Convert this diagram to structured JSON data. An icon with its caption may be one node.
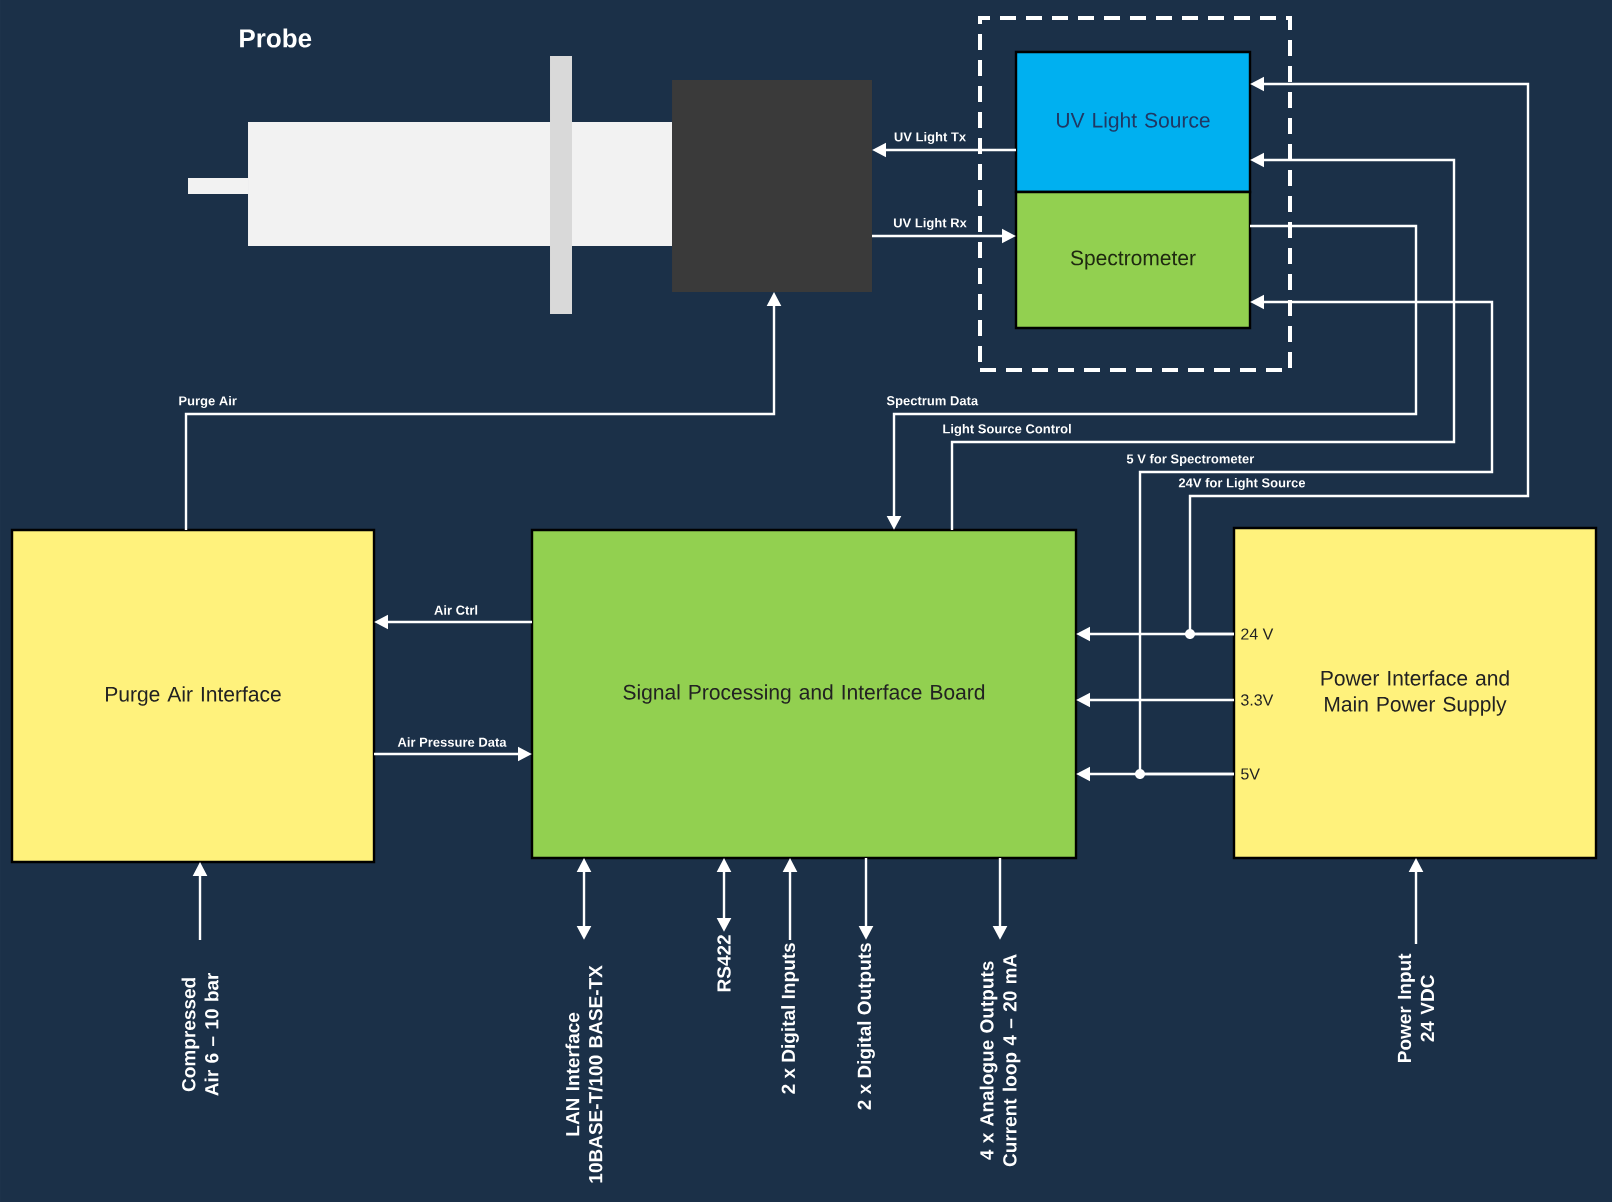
{
  "diagram": {
    "nodes": [
      {
        "text": [],
        "shape": "box"
      },
      {
        "text": [],
        "shape": "box"
      },
      {
        "text": [
          "UV Light Source"
        ],
        "in": 1
      },
      {
        "text": [
          "Spectrometer"
        ],
        "in": 1
      },
      {
        "text": [
          "Purge Air Interface"
        ]
      },
      {
        "text": [
          "Signal Processing and Interface Board"
        ]
      },
      {
        "text": [
          "Power Interface and Main Power Supply"
        ]
      },
      {
        "text": [
          "Compressed Air 6 – 10 bar"
        ]
      },
      {
        "text": [
          "LAN Interface 10BASE-T/100 BASE-TX"
        ]
      },
      {
        "text": [
          "RS422"
        ]
      },
      {
        "text": [
          "2 x Digital Inputs"
        ]
      },
      {
        "text": [
          "2 x Digital Outputs"
        ]
      },
      {
        "text": [
          "4 x Analogue Outputs Current loop 4 – 20 mA"
        ]
      },
      {
        "text": [
          "Power Input 24 VDC"
        ]
      }
    ],
    "edges": [
      {
        "from": 2,
        "to": 0,
        "arrow": "to",
        "label": "UV Light Tx"
      },
      {
        "from": 0,
        "to": 3,
        "arrow": "to",
        "label": "UV Light Rx"
      },
      {
        "from": 4,
        "to": 0,
        "arrow": "to",
        "label": "Purge Air"
      },
      {
        "from": 3,
        "to": 5,
        "arrow": "to",
        "label": "Spectrum Data"
      },
      {
        "from": 5,
        "to": 2,
        "arrow": "to",
        "label": "Light Source Control"
      },
      {
        "from": 6,
        "to": 3,
        "arrow": "to",
        "label": "5 V for Spectrometer"
      },
      {
        "from": 6,
        "to": 2,
        "arrow": "to",
        "label": "24V for Light Source"
      },
      {
        "from": 5,
        "to": 4,
        "arrow": "to",
        "label": "Air Ctrl"
      },
      {
        "from": 4,
        "to": 5,
        "arrow": "to",
        "label": "Air Pressure Data"
      },
      {
        "from": 6,
        "to": 5,
        "arrow": "to",
        "label": "24 V"
      },
      {
        "from": 6,
        "to": 5,
        "arrow": "to",
        "label": "3.3V"
      },
      {
        "from": 6,
        "to": 5,
        "arrow": "to",
        "label": "5V"
      },
      {
        "from": 7,
        "to": 4,
        "arrow": "to"
      },
      {
        "from": 5,
        "to": 8,
        "arrow": "both"
      },
      {
        "from": 5,
        "to": 9,
        "arrow": "both"
      },
      {
        "from": 10,
        "to": 5,
        "arrow": "to"
      },
      {
        "from": 5,
        "to": 11,
        "arrow": "to"
      },
      {
        "from": 5,
        "to": 12,
        "arrow": "to"
      },
      {
        "from": 13,
        "to": 6,
        "arrow": "to"
      }
    ],
    "labels": [
      "Probe"
    ]
  }
}
